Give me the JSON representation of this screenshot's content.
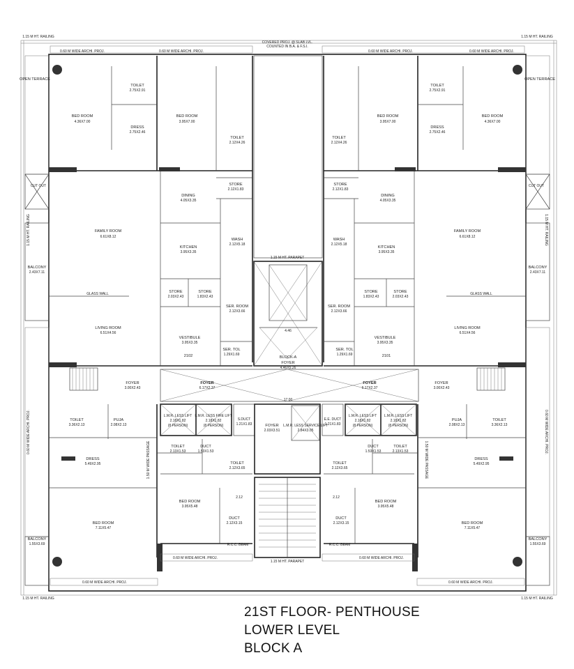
{
  "title": {
    "line1": "21ST FLOOR- PENTHOUSE",
    "line2": "LOWER LEVEL",
    "line3": "BLOCK A"
  },
  "notes": {
    "covered_proj": [
      "COVERED PROJ. @ SLAB LVL.",
      "COUNTED IN B.A. & F.S.I."
    ],
    "railing": "1.15 M HT. RAILING",
    "parapet": "1.15 M HT. PARAPET",
    "archi_proj": "0.60 M WIDE ARCHI. PROJ.",
    "passage": "1.50 M WIDE PASSAGE",
    "glass_wall": "GLASS WALL",
    "rcc_beam": "R.C.C. BEAM",
    "cut_out": "CUT OUT",
    "block": "BLOCK-A",
    "dim_17": "17.00",
    "dim_446": "4.46",
    "dim_212": "2.12"
  },
  "rooms": {
    "open_terrace": "OPEN TERRACE",
    "bed_room": "BED ROOM",
    "toilet": "TOILET",
    "dress": "DRESS",
    "dining": "DINING",
    "store": "STORE",
    "family_room": "FAMILY ROOM",
    "kitchen": "KITCHEN",
    "wash": "WASH",
    "balcony": "BALCONY",
    "living_room": "LIVING ROOM",
    "ser_room": "SER. ROOM",
    "ser_tol": "SER. TOL",
    "vestibule": "VESTIBULE",
    "foyer": "FOYER",
    "lmr_lift": "L.M.R. LESS LIFT",
    "fire_lift": "L.M.R. LESS FIRE LIFT",
    "service_lift": "L.M.R. LESS SERVICE LIFT",
    "s_duct": "S.DUCT",
    "e_duct": "E.E. DUCT",
    "duct": "DUCT",
    "puja": "PUJA"
  },
  "dims": {
    "bed_top_outer": "4.36X7.00",
    "bed_top_inner": "3.95X7.00",
    "toilet_top": "2.75X2.91",
    "dress_top": "2.75X2.46",
    "toilet_mid": "2.12X4.26",
    "dining": "4.05X3.35",
    "store_top": "2.12X1.83",
    "family": "6.61X8.12",
    "kitchen": "3.95X3.35",
    "wash": "2.12X5.18",
    "balcony_mid": "2.43X7.11",
    "store_a": "2.03X2.43",
    "store_b": "1.83X2.43",
    "ser_room": "2.12X3.66",
    "living": "6.51X4.56",
    "vestibule": "3.95X3.35",
    "ser_tol": "1.29X1.69",
    "foyer_small": "3.00X2.43",
    "foyer_lobby": "4.46X5.26",
    "foyer_main": "6.17X2.37",
    "toilet_low": "3.36X2.13",
    "puja": "2.08X2.13",
    "lift": "2.18X1.82",
    "lift_person": "(8 PERSON)",
    "s_duct": "1.21X1.83",
    "foyer_core": "2.03X3.51",
    "service_lift": "2.84X3.05",
    "e_duct": "1.21X1.83",
    "toilet_small": "2.13X1.53",
    "duct_small": "1.53X1.53",
    "dress_low": "5.49X2.95",
    "toilet_lowmid": "2.12X3.65",
    "bed_lowmid": "3.95X5.48",
    "duct_low": "2.12X3.15",
    "bed_low": "7.11X5.47",
    "balcony_low": "1.55X3.69"
  },
  "flats": {
    "left": "2102",
    "right": "2101"
  }
}
